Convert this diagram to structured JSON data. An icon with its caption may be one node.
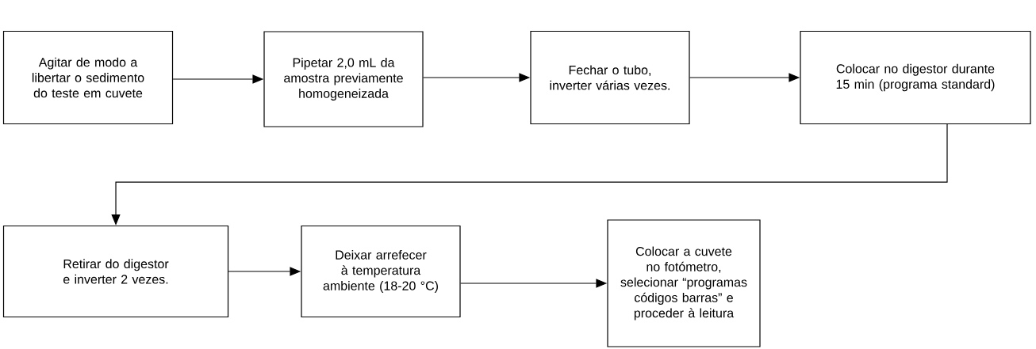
{
  "diagram": {
    "nodes": [
      {
        "text": [
          "Agitar de modo a libertar o sedimento do teste em cuvete"
        ]
      },
      {
        "text": [
          "Pipetar 2,0 mL da amostra previamente homogeneizada"
        ]
      },
      {
        "text": [
          "Fechar o tubo, inverter várias vezes."
        ]
      },
      {
        "text": [
          "Colocar no digestor durante 15 min (programa standard)"
        ]
      },
      {
        "text": [
          "Retirar do digestor e inverter 2 vezes."
        ]
      },
      {
        "text": [
          "Deixar arrefecer à temperatura ambiente (18-20 °C)"
        ]
      },
      {
        "text": [
          "Colocar a cuvete no fotómetro, selecionar “programas códigos barras” e proceder à leitura"
        ]
      }
    ],
    "edges": [
      {
        "from": 0,
        "to": 1,
        "arrow": "to"
      },
      {
        "from": 1,
        "to": 2,
        "arrow": "to"
      },
      {
        "from": 2,
        "to": 3,
        "arrow": "to"
      },
      {
        "from": 3,
        "to": 4,
        "arrow": "to"
      },
      {
        "from": 4,
        "to": 5,
        "arrow": "to"
      },
      {
        "from": 5,
        "to": 6,
        "arrow": "to"
      }
    ]
  }
}
